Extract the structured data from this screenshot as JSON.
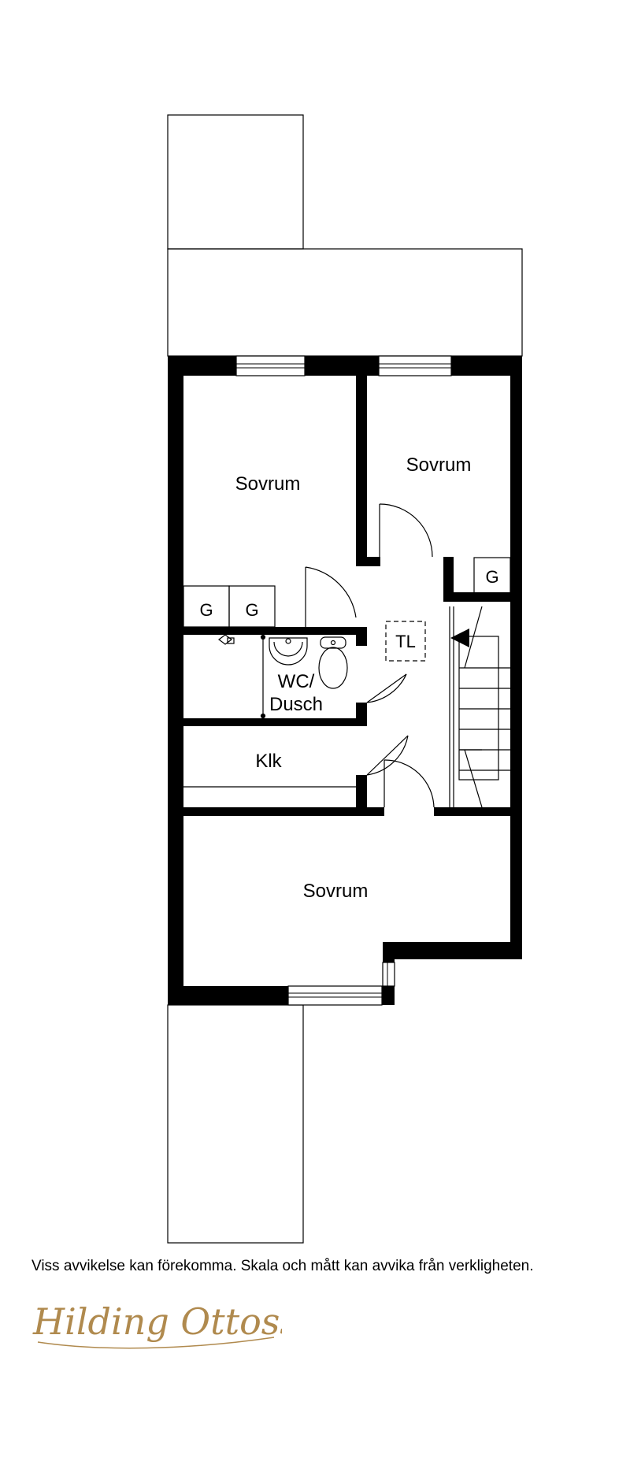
{
  "rooms": {
    "bedroom_top_left": "Sovrum",
    "bedroom_top_right": "Sovrum",
    "bedroom_bottom": "Sovrum",
    "bathroom_line1": "WC/",
    "bathroom_line2": "Dusch",
    "closet": "Klk"
  },
  "labels": {
    "wardrobe_1": "G",
    "wardrobe_2": "G",
    "wardrobe_3": "G",
    "attic_hatch": "TL"
  },
  "disclaimer": "Viss avvikelse kan förekomma. Skala och mått kan avvika från verkligheten.",
  "logo": {
    "text": "Hilding Ottosson",
    "color": "#b08a4e"
  },
  "colors": {
    "wall": "#000000",
    "line": "#000000",
    "background": "#ffffff"
  }
}
